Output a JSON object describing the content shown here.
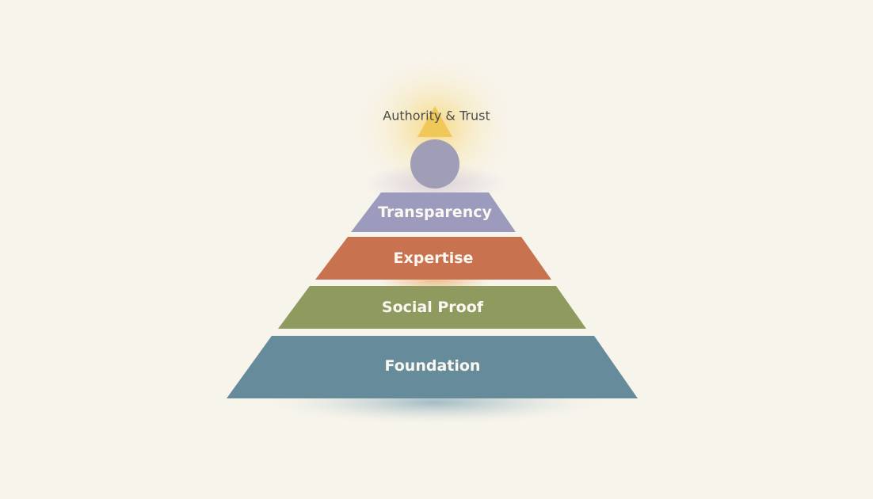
{
  "diagram": {
    "apex": {
      "label": "Authority & Trust",
      "triangle_color": "#f0c85a",
      "circle_color": "#a09eb6",
      "glow_color": "#f7dc8a"
    },
    "tiers": [
      {
        "label": "Transparency",
        "color": "#9c9abd"
      },
      {
        "label": "Expertise",
        "color": "#c8724f"
      },
      {
        "label": "Social Proof",
        "color": "#8e9a5e"
      },
      {
        "label": "Foundation",
        "color": "#668b9a"
      }
    ],
    "background_color": "#f7f4ec"
  }
}
